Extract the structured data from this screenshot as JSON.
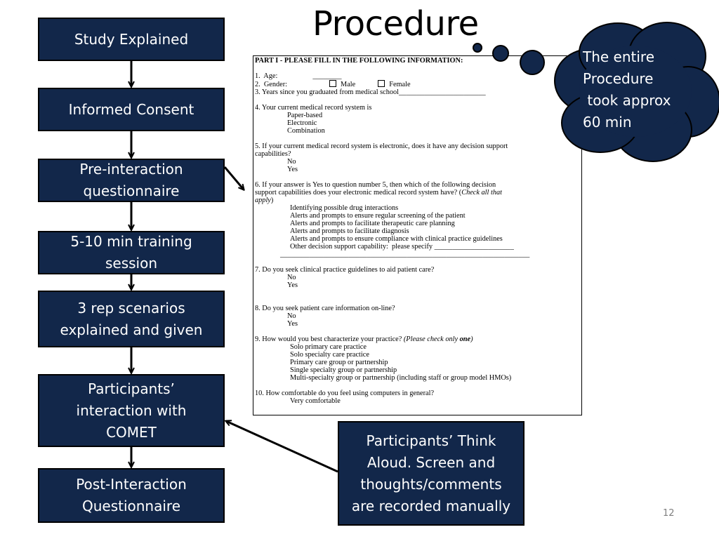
{
  "slide": {
    "title": "Procedure",
    "page_number": "12"
  },
  "steps": [
    {
      "label": "Study Explained"
    },
    {
      "label": "Informed Consent"
    },
    {
      "label": "Pre-interaction\nquestionnaire"
    },
    {
      "label": "5-10 min training\nsession"
    },
    {
      "label": "3 rep scenarios\nexplained and given"
    },
    {
      "label": "Participants’\ninteraction with\nCOMET"
    },
    {
      "label": "Post-Interaction\nQuestionnaire"
    }
  ],
  "note": {
    "text": "Participants’ Think\nAloud. Screen and\nthoughts/comments\nare recorded manually"
  },
  "cloud": {
    "text": "The entire\nProcedure\n took approx\n60 min"
  },
  "questionnaire": {
    "header": "PART I - PLEASE FILL IN THE FOLLOWING INFORMATION:",
    "q1": "1.  Age:",
    "q1_blank": "________",
    "q2": "2.  Gender:",
    "q2_opt1": "Male",
    "q2_opt2": "Female",
    "q3": "3. Years since you graduated from medical school________________________",
    "q4": "4. Your current medical record system is",
    "q4_opts": [
      "Paper-based",
      "Electronic",
      "Combination"
    ],
    "q5_line1": "5. If your current medical record system is electronic, does it have any decision support",
    "q5_line2": "capabilities?",
    "q5_opts": [
      "No",
      "Yes"
    ],
    "q6_line1": "6. If your answer is Yes to question number 5, then which of the following decision",
    "q6_line2": "support capabilities does your electronic medical record system have? (",
    "q6_italic1": "Check all that",
    "q6_italic2": "apply",
    "q6_close": ")",
    "q6_opts": [
      "Identifying possible drug interactions",
      "Alerts and prompts to ensure regular screening of the patient",
      "Alerts and prompts to facilitate therapeutic care planning",
      "Alerts and prompts to facilitate diagnosis",
      "Alerts and prompts to ensure compliance with clinical practice guidelines",
      "Other decision support capability:  please specify ______________________"
    ],
    "q6_rule": "_____________________________________________________________________",
    "q7": "7. Do you seek clinical practice guidelines to aid patient care?",
    "q7_opts": [
      "No",
      "Yes"
    ],
    "q8": "8. Do you seek patient care information on-line?",
    "q8_opts": [
      "No",
      "Yes"
    ],
    "q9": "9. How would you best characterize your practice? ",
    "q9_italic": "(Please check only ",
    "q9_bold": "one",
    "q9_close": ")",
    "q9_opts": [
      "Solo primary care practice",
      "Solo specialty care practice",
      "Primary care group or partnership",
      "Single specialty group or partnership",
      "Multi-specialty group or partnership (including staff or group model HMOs)"
    ],
    "q10": "10. How comfortable do you feel using computers in general?",
    "q10_opts": [
      "Very comfortable"
    ]
  },
  "colors": {
    "box_fill": "#12274a",
    "box_text": "#ffffff",
    "page_number": "#7f7f7f"
  }
}
